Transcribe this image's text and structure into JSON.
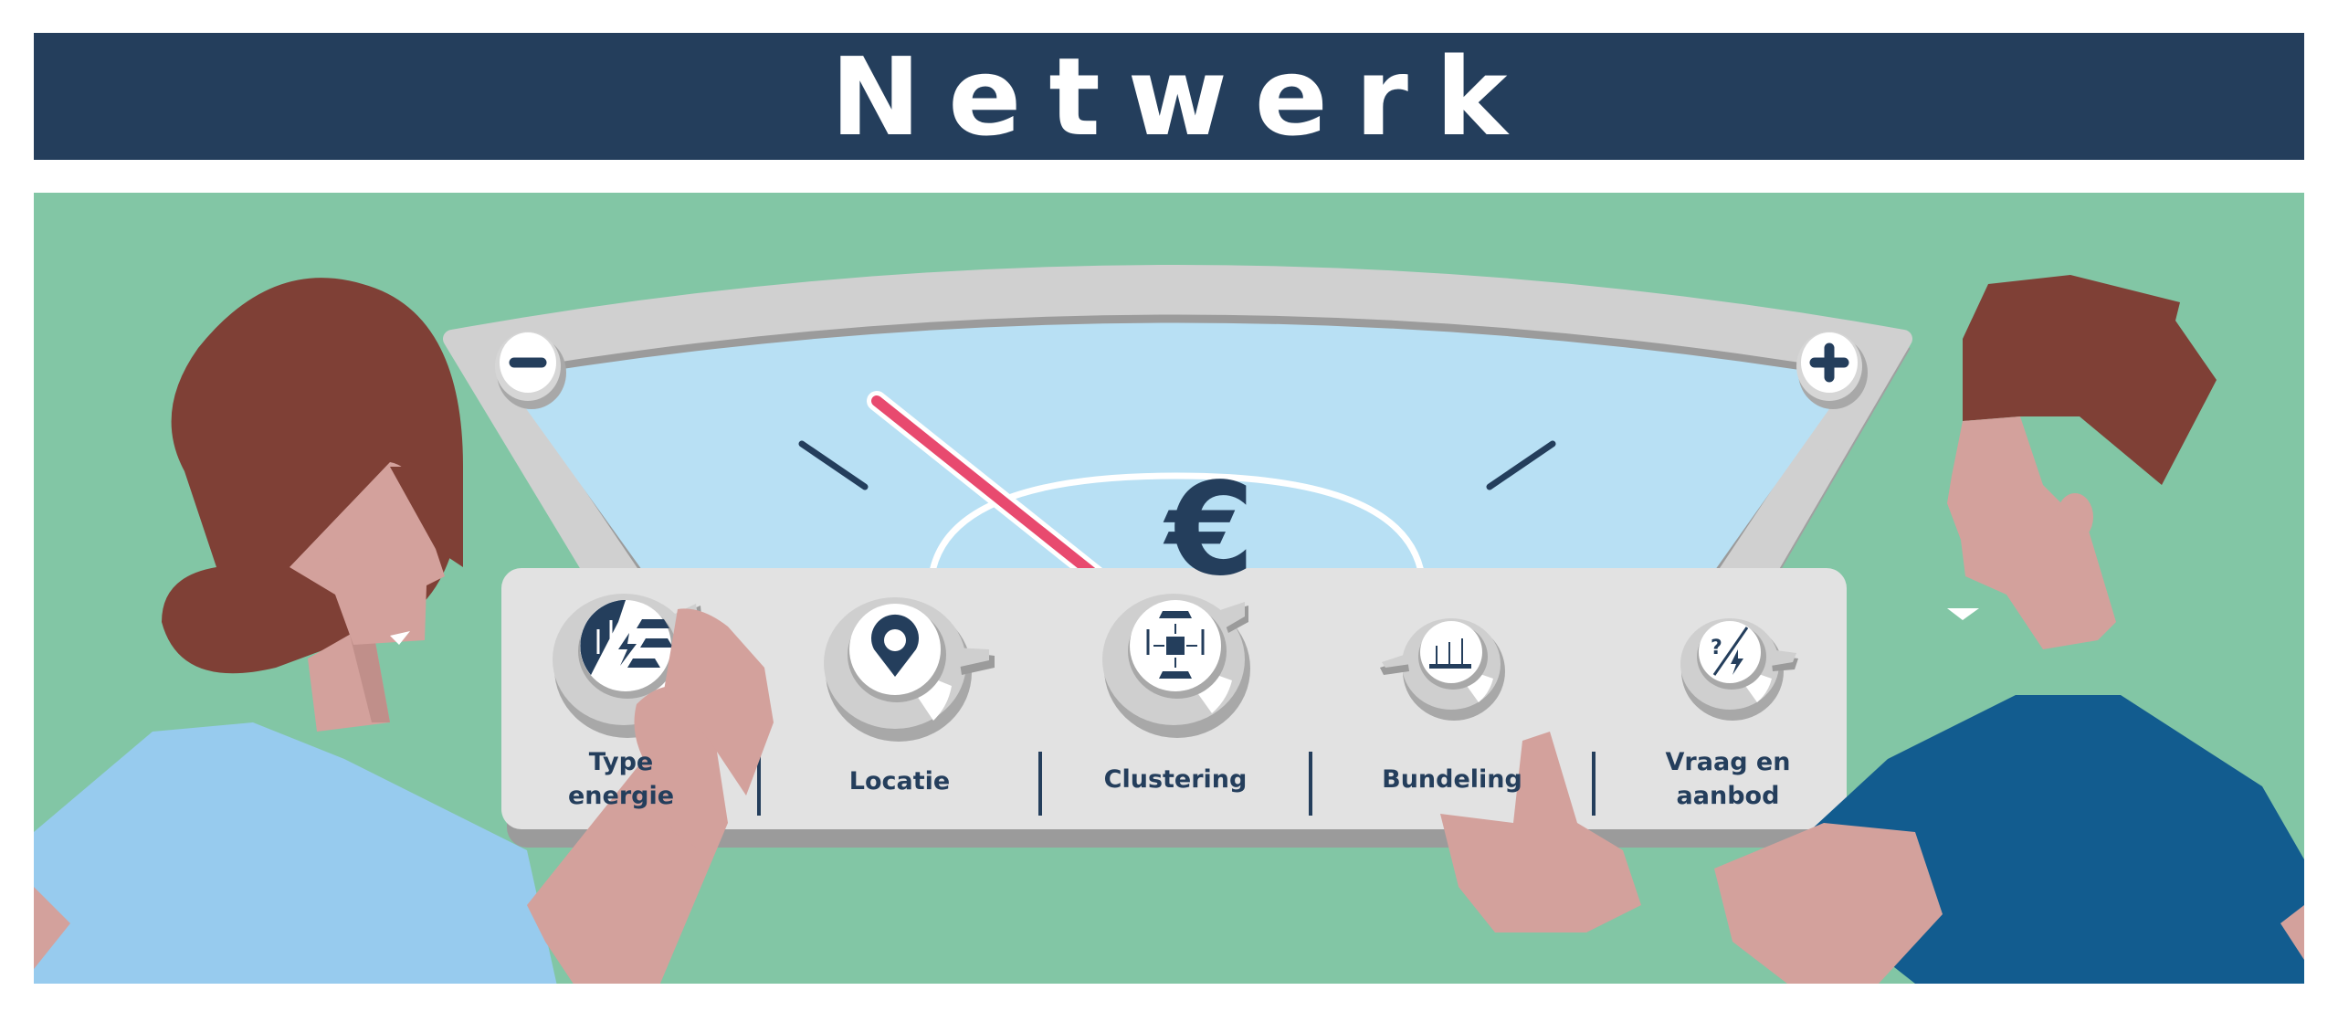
{
  "header": {
    "title": "Netwerk"
  },
  "colors": {
    "header_bg": "#243e5c",
    "scene_bg": "#82c6a5",
    "gauge_face": "#b8e0f4",
    "gauge_frame": "#d0d0d0",
    "needle": "#e84a6f",
    "panel": "#e2e2e2",
    "text_navy": "#243e5c",
    "hair": "#7f4036",
    "skin": "#d3a19c",
    "woman_shirt": "#97cbee",
    "man_shirt": "#125c8f"
  },
  "gauge": {
    "symbol": "€",
    "minus_label": "−",
    "plus_label": "+",
    "needle_position": "low-left"
  },
  "controls": [
    {
      "id": "type-energie",
      "label_line1": "Type",
      "label_line2": "energie",
      "icon": "wind-solar-energy-icon"
    },
    {
      "id": "locatie",
      "label_line1": "Locatie",
      "label_line2": "",
      "icon": "location-pin-icon"
    },
    {
      "id": "clustering",
      "label_line1": "Clustering",
      "label_line2": "",
      "icon": "cluster-icon"
    },
    {
      "id": "bundeling",
      "label_line1": "Bundeling",
      "label_line2": "",
      "icon": "wind-farm-icon"
    },
    {
      "id": "vraag-en-aanbod",
      "label_line1": "Vraag en",
      "label_line2": "aanbod",
      "icon": "supply-demand-icon"
    }
  ]
}
